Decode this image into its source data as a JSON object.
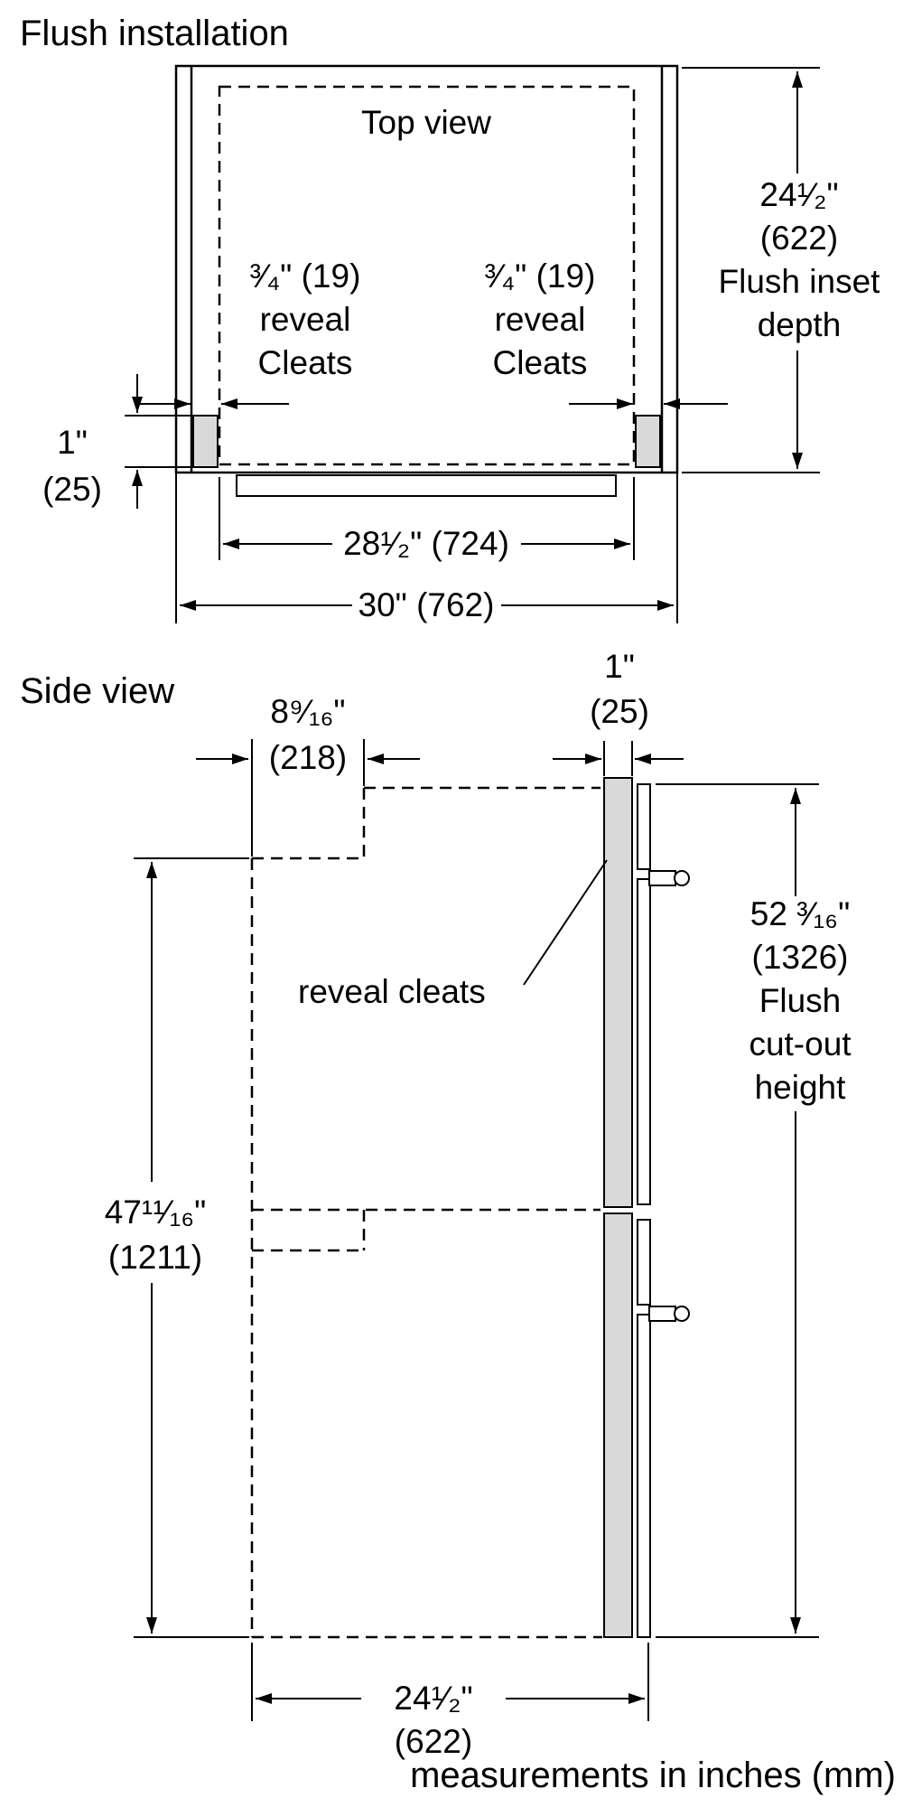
{
  "title": "Flush installation",
  "footer": "measurements in inches (mm)",
  "colors": {
    "line": "#000000",
    "cleat_fill": "#d9d9d9",
    "background": "#ffffff"
  },
  "top_view": {
    "label": "Top view",
    "cleat_note_left": {
      "size": "³⁄₄\" (19)",
      "word1": "reveal",
      "word2": "Cleats"
    },
    "cleat_note_right": {
      "size": "³⁄₄\" (19)",
      "word1": "reveal",
      "word2": "Cleats"
    },
    "flush_inset_depth": {
      "value": "24¹⁄₂\"",
      "mm": "(622)",
      "caption1": "Flush inset",
      "caption2": "depth"
    },
    "cleat_thickness": {
      "value": "1\"",
      "mm": "(25)"
    },
    "cutout_width": "28¹⁄₂\" (724)",
    "overall_width": "30\" (762)"
  },
  "side_view": {
    "label": "Side view",
    "recess_depth": {
      "value": "8⁹⁄₁₆\"",
      "mm": "(218)"
    },
    "reveal_thickness": {
      "value": "1\"",
      "mm": "(25)"
    },
    "reveal_cleats_label": "reveal cleats",
    "flush_cutout_height": {
      "value": "52 ³⁄₁₆\"",
      "mm": "(1326)",
      "caption1": "Flush",
      "caption2": "cut-out",
      "caption3": "height"
    },
    "lower_cutout_height": {
      "value": "47¹¹⁄₁₆\"",
      "mm": "(1211)"
    },
    "depth": {
      "value": "24¹⁄₂\"",
      "mm": "(622)"
    }
  }
}
